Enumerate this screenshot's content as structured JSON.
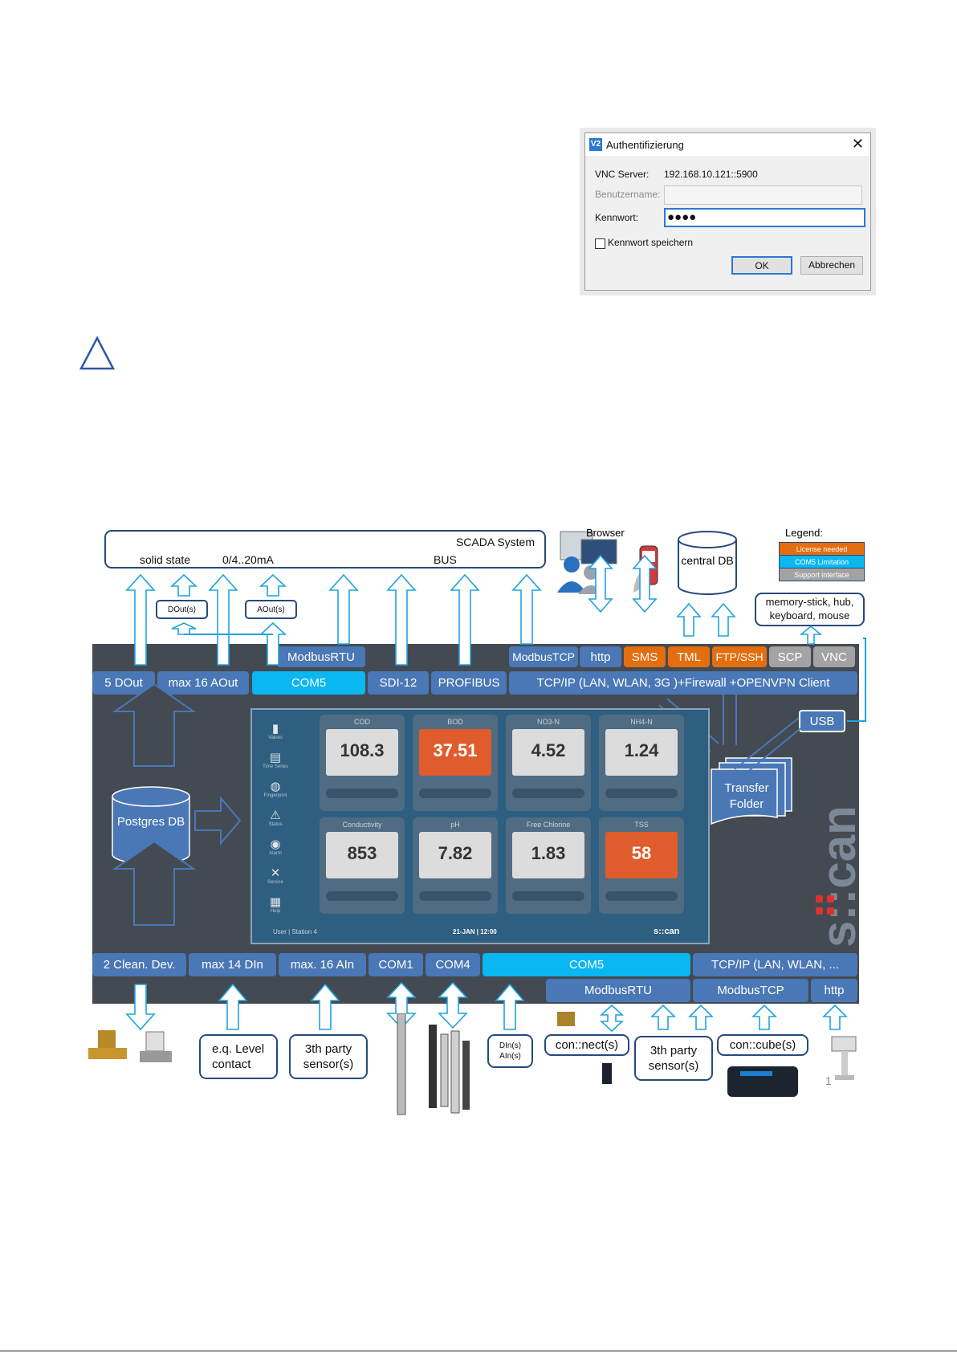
{
  "vnc_dialog": {
    "title": "Authentifizierung",
    "logo": "V2",
    "server_label": "VNC Server:",
    "server_value": "192.168.10.121::5900",
    "user_label": "Benutzername:",
    "user_value": "",
    "password_label": "Kennwort:",
    "password_value": "●●●●",
    "save_label": "Kennwort speichern",
    "ok_label": "OK",
    "cancel_label": "Abbrechen"
  },
  "warning_icon": "triangle-warning-icon",
  "diagram": {
    "scada": {
      "title": "SCADA System",
      "solid_state": "solid state",
      "analog": "0/4..20mA",
      "bus": "BUS"
    },
    "browser_label": "Browser",
    "central_db": "central DB",
    "legend": {
      "title": "Legend:",
      "items": [
        {
          "label": "License needed",
          "color": "#e46d0e"
        },
        {
          "label": "COM5 Limitation",
          "color": "#0ab7f0"
        },
        {
          "label": "Support interface",
          "color": "#a3a3a3"
        }
      ]
    },
    "memory_box": "memory-stick, hub, keyboard, mouse",
    "dout": "DOut(s)",
    "aout": "AOut(s)",
    "top_tags": {
      "modbus_rtu": "ModbusRTU",
      "modbus_tcp": "ModbusTCP",
      "http": "http",
      "sms": "SMS",
      "tml": "TML",
      "ftp": "FTP/SSH",
      "scp": "SCP",
      "vnc": "VNC"
    },
    "top_row": {
      "dout5": "5 DOut",
      "aout16": "max 16 AOut",
      "com5": "COM5",
      "sdi": "SDI-12",
      "profibus": "PROFIBUS",
      "tcpip": "TCP/IP (LAN, WLAN, 3G )+Firewall +OPENVPN Client"
    },
    "usb": "USB",
    "transfer_folder": "Transfer Folder",
    "postgres": "Postgres DB",
    "brand": "s::can",
    "screen": {
      "tiles": [
        {
          "name": "COD",
          "value": "108.3",
          "hot": false
        },
        {
          "name": "BOD",
          "value": "37.51",
          "hot": true
        },
        {
          "name": "NO3-N",
          "value": "4.52",
          "hot": false
        },
        {
          "name": "NH4-N",
          "value": "1.24",
          "hot": false
        },
        {
          "name": "Conductivity",
          "value": "853",
          "hot": false
        },
        {
          "name": "pH",
          "value": "7.82",
          "hot": false
        },
        {
          "name": "Free Chlorine",
          "value": "1.83",
          "hot": false
        },
        {
          "name": "TSS",
          "value": "58",
          "hot": true
        }
      ],
      "menu": [
        {
          "label": "Values",
          "icon": "▮"
        },
        {
          "label": "Time Series",
          "icon": "▤"
        },
        {
          "label": "Fingerprint",
          "icon": "◍"
        },
        {
          "label": "Status",
          "icon": "⚠"
        },
        {
          "label": "Alarm",
          "icon": "◉"
        },
        {
          "label": "Service",
          "icon": "✕"
        },
        {
          "label": "Help",
          "icon": "▦"
        }
      ],
      "footer_left": "User | Station 4",
      "footer_mid": "21-JAN | 12:00",
      "footer_brand": "s::can"
    },
    "bottom_row": {
      "clean": "2 Clean. Dev.",
      "din": "max 14 DIn",
      "ain": "max. 16 AIn",
      "com1": "COM1",
      "com4": "COM4",
      "com5": "COM5",
      "tcpip": "TCP/IP (LAN, WLAN, ..."
    },
    "bottom_sub": {
      "modbus_rtu": "ModbusRTU",
      "modbus_tcp": "ModbusTCP",
      "http": "http"
    },
    "bottom_boxes": {
      "level": "e.q. Level contact",
      "third1": "3th party sensor(s)",
      "dinain": "DIn(s) AIn(s)",
      "connect": "con::nect(s)",
      "third2": "3th party sensor(s)",
      "cube": "con::cube(s)"
    },
    "footnote": "1"
  }
}
